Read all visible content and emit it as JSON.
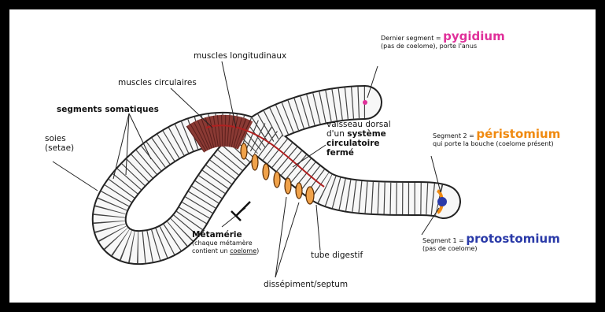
{
  "labels": {
    "muscles_longitudinaux": "muscles longitudinaux",
    "muscles_circulaires": "muscles circulaires",
    "segments_somatiques": "segments somatiques",
    "soies_line1": "soies",
    "soies_line2": "(setae)",
    "dernier_prefix": "Dernier segment = ",
    "pygidium": "pygidium",
    "pygidium_note": "(pas de coelome), porte l'anus",
    "vaisseau_line1": "vaisseau dorsal",
    "vaisseau_line2_a": "d'un ",
    "vaisseau_line2_b": "système",
    "vaisseau_line3": "circulatoire",
    "vaisseau_line4": "fermé",
    "seg2_prefix": "Segment 2 = ",
    "peristomium": "péristomium",
    "peristomium_note": "qui porte la bouche (coelome présent)",
    "seg1_prefix": "Segment 1 = ",
    "protostomium": "protostomium",
    "protostomium_note": "(pas de coelome)",
    "metamerie": "Métamérie",
    "metamerie_note1": "(chaque métamère",
    "metamerie_note2_a": "contient un ",
    "metamerie_note2_b": "coelome",
    "metamerie_note2_c": ")",
    "tube_digestif": "tube digestif",
    "dissepiment": "dissépiment/septum"
  },
  "colors": {
    "pygidium": "#e0309a",
    "peristomium": "#f08a10",
    "protostomium": "#2a3aa8",
    "muscle": "#8a3a34",
    "septum_fill": "#f0a24a"
  }
}
